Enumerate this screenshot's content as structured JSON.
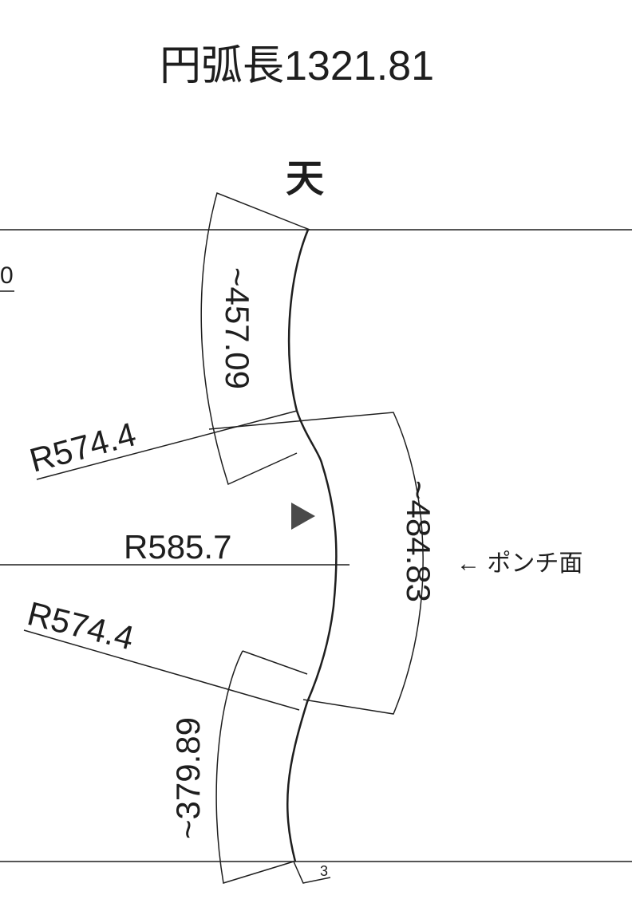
{
  "title": "円弧長1321.81",
  "top_marker": "天",
  "edge_mark_left": "0",
  "edge_mark_bottom": "3",
  "punch_face_label": "← ポンチ面",
  "direction_mark": "triangle-right-icon",
  "segments": [
    {
      "radius_label": "R574.4",
      "arc_length_label": "~457.09"
    },
    {
      "radius_label": "R585.7",
      "arc_length_label": "~484.83"
    },
    {
      "radius_label": "R574.4",
      "arc_length_label": "~379.89"
    }
  ],
  "colors": {
    "ink": "#1e1e1e",
    "paper": "#ffffff"
  }
}
